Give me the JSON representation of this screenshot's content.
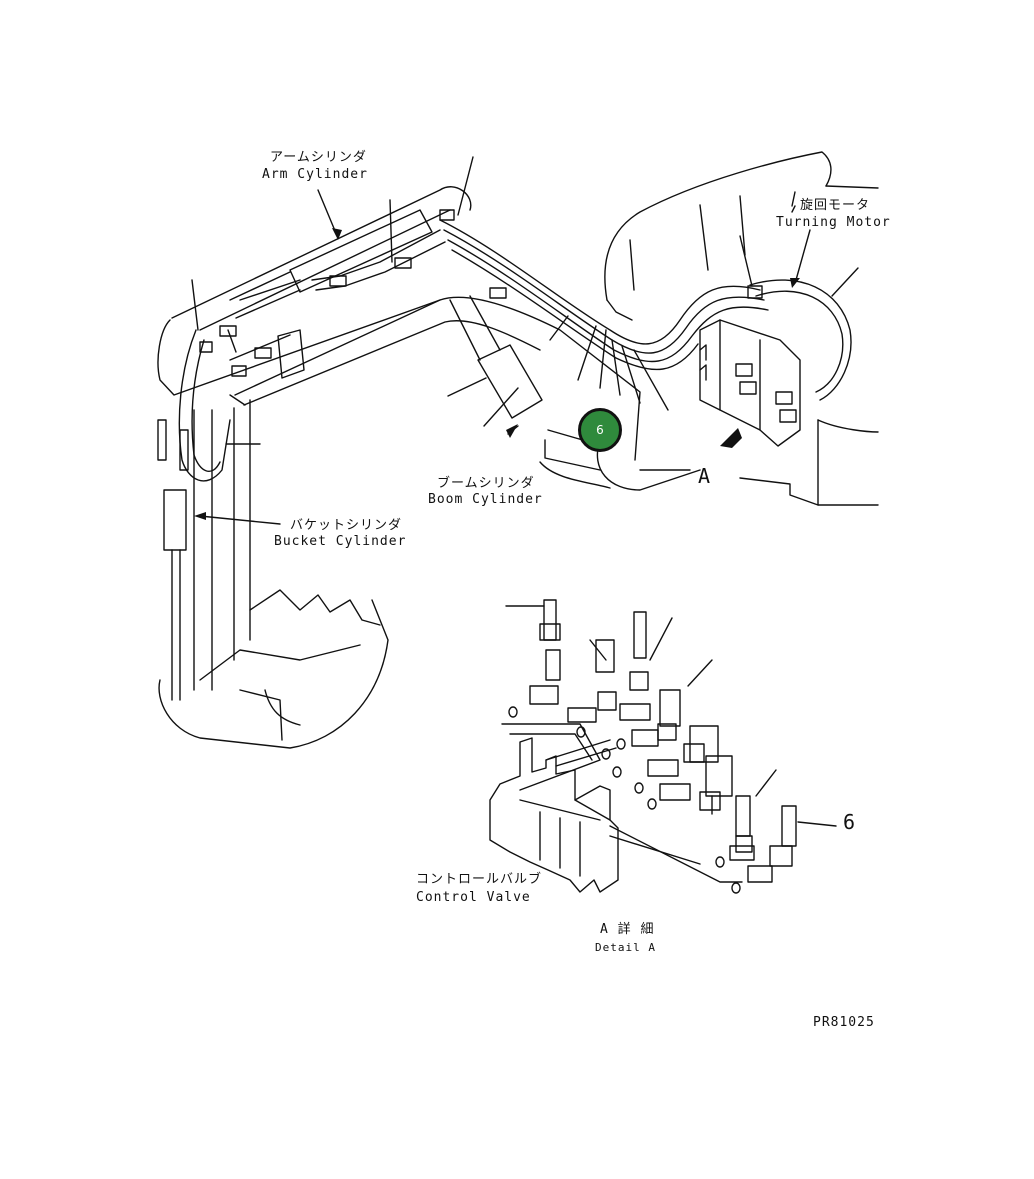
{
  "labels": {
    "arm_cylinder_jp": "アームシリンダ",
    "arm_cylinder_en": "Arm Cylinder",
    "turning_motor_jp": "旋回モータ",
    "turning_motor_en": "Turning Motor",
    "boom_cylinder_jp": "ブームシリンダ",
    "boom_cylinder_en": "Boom Cylinder",
    "bucket_cylinder_jp": "バケットシリンダ",
    "bucket_cylinder_en": "Bucket Cylinder",
    "view_arrow": "A",
    "control_valve_jp": "コントロールバルブ",
    "control_valve_en": "Control Valve",
    "detail_jp": "A 詳 細",
    "detail_en": "Detail A",
    "part_callout": "6",
    "drawing_number": "PR81025"
  },
  "callout": {
    "badge_text": "6",
    "badge_color": "#2f8a3c"
  }
}
